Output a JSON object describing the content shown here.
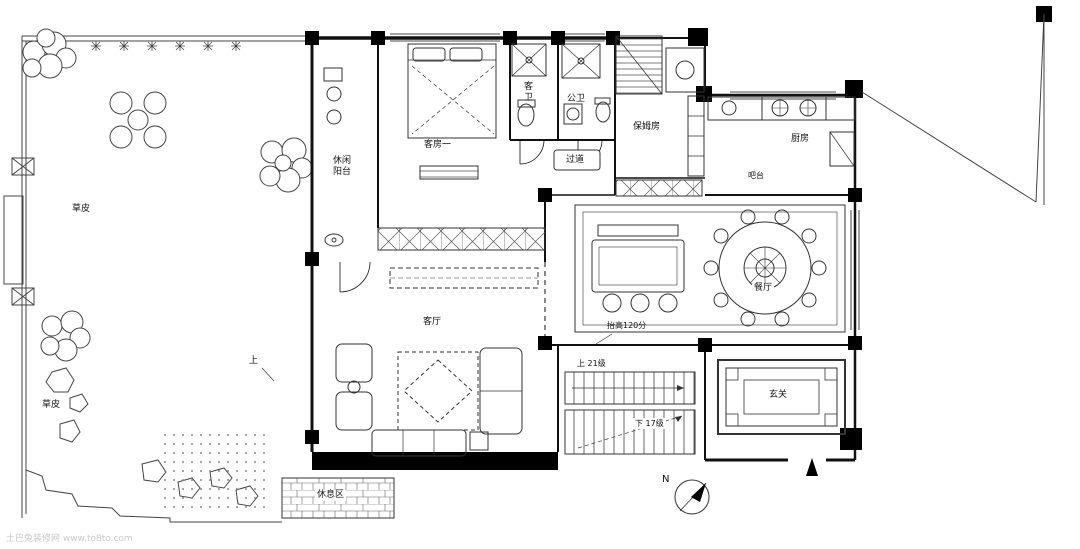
{
  "title": "residential-floor-plan",
  "labels": {
    "lawn_1": "草皮",
    "lawn_2": "草皮",
    "balcony": "休闲阳台",
    "guest_room": "客房一",
    "guest_bath": "客卫",
    "public_bath": "公卫",
    "nanny_room": "保姆房",
    "kitchen": "厨房",
    "bar": "吧台",
    "corridor": "过道",
    "dining_room": "餐厅",
    "living_room": "客厅",
    "foyer": "玄关",
    "rest_area": "休息区",
    "raised_floor": "抬高120分",
    "stairs_up": "上 21级",
    "stairs_down": "下 17级",
    "up_marker": "上",
    "compass_north": "N"
  },
  "watermark": "土巴兔装修网 www.to8to.com",
  "colors": {
    "line": "#1a1a1a",
    "solid_column": "#000000",
    "paper": "#ffffff",
    "watermark": "#c8c8c8"
  }
}
